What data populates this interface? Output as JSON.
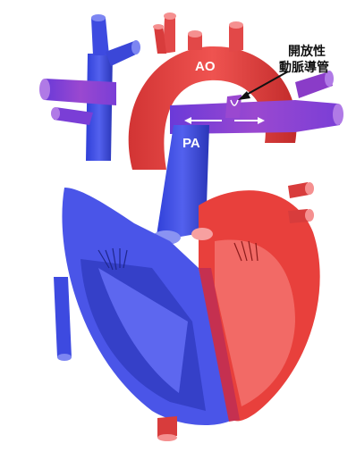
{
  "diagram": {
    "labels": {
      "aorta": "AO",
      "pulmonary_artery": "PA",
      "ductus_line1": "開放性",
      "ductus_line2": "動脈導管"
    },
    "colors": {
      "oxygenated": "#e8403c",
      "oxygenated_dark": "#b8242a",
      "oxygenated_light": "#f59090",
      "deoxygenated": "#4a55e8",
      "deoxygenated_dark": "#2a34b0",
      "deoxygenated_light": "#7d86f2",
      "ductus_purple": "#8a3cc8",
      "flow_arrow": "#ffffff"
    }
  }
}
